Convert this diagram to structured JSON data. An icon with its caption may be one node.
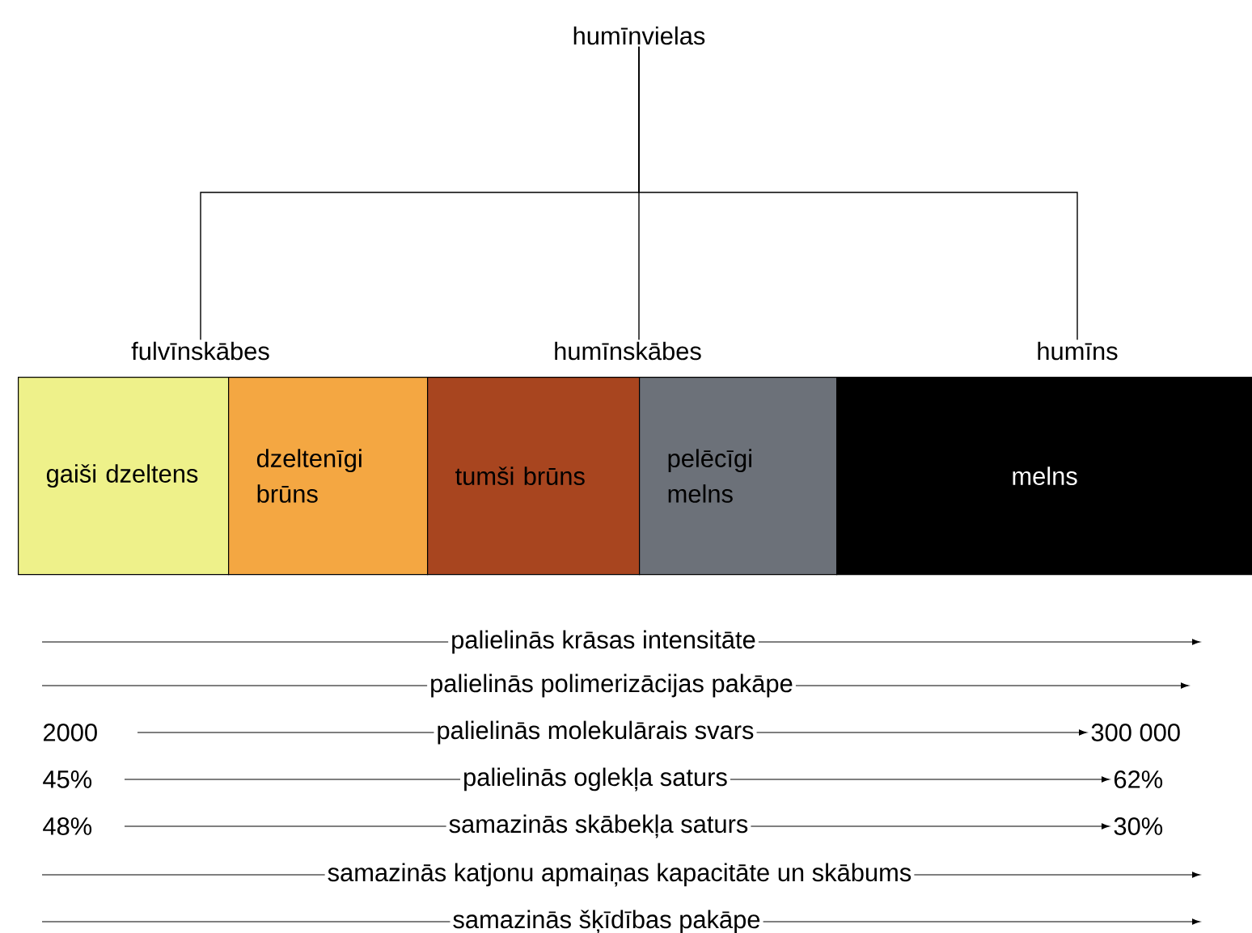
{
  "diagram": {
    "nodes": [
      {
        "text": [
          "humīnvielas"
        ]
      },
      {
        "text": [
          "fulvīnskābes"
        ]
      },
      {
        "text": [
          "humīnskābes"
        ]
      },
      {
        "text": [
          "humīns"
        ]
      },
      {
        "text": [
          "gaiši dzeltens"
        ]
      },
      {
        "text": [
          "dzeltenīgi brūns"
        ]
      },
      {
        "text": [
          "tumši brūns"
        ]
      },
      {
        "text": [
          "pelēcīgi melns"
        ]
      },
      {
        "text": [
          "melns"
        ]
      }
    ],
    "edges": [
      {
        "from": 0,
        "to": 1,
        "arrow": "none"
      },
      {
        "from": 0,
        "to": 2,
        "arrow": "none"
      },
      {
        "from": 0,
        "to": 3,
        "arrow": "none"
      }
    ],
    "labels": [
      "palielinās krāsas intensitāte",
      "palielinās polimerizācijas pakāpe",
      "2000",
      "palielinās molekulārais svars",
      "300 000",
      "45%",
      "palielinās oglekļa saturs",
      "62%",
      "48%",
      "samazinās skābekļa saturs",
      "30%",
      "samazinās katjonu apmaiņas kapacitāte un skābums",
      "samazinās šķīdības pakāpe"
    ]
  }
}
